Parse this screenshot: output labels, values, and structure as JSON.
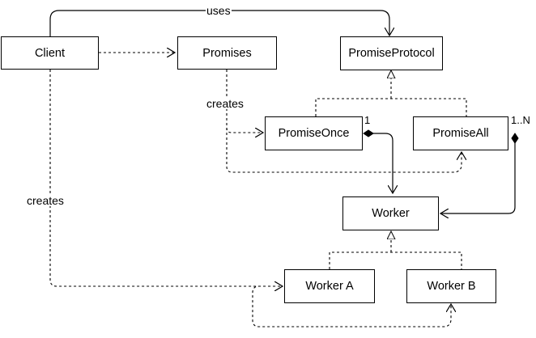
{
  "nodes": {
    "client": "Client",
    "promises": "Promises",
    "promise_protocol": "PromiseProtocol",
    "promise_once": "PromiseOnce",
    "promise_all": "PromiseAll",
    "worker": "Worker",
    "worker_a": "Worker A",
    "worker_b": "Worker B"
  },
  "edge_labels": {
    "uses": "uses",
    "creates_promises": "creates",
    "creates_client": "creates",
    "mult_once": "1",
    "mult_all": "1..N"
  },
  "colors": {
    "stroke": "#000000",
    "background": "#ffffff"
  }
}
